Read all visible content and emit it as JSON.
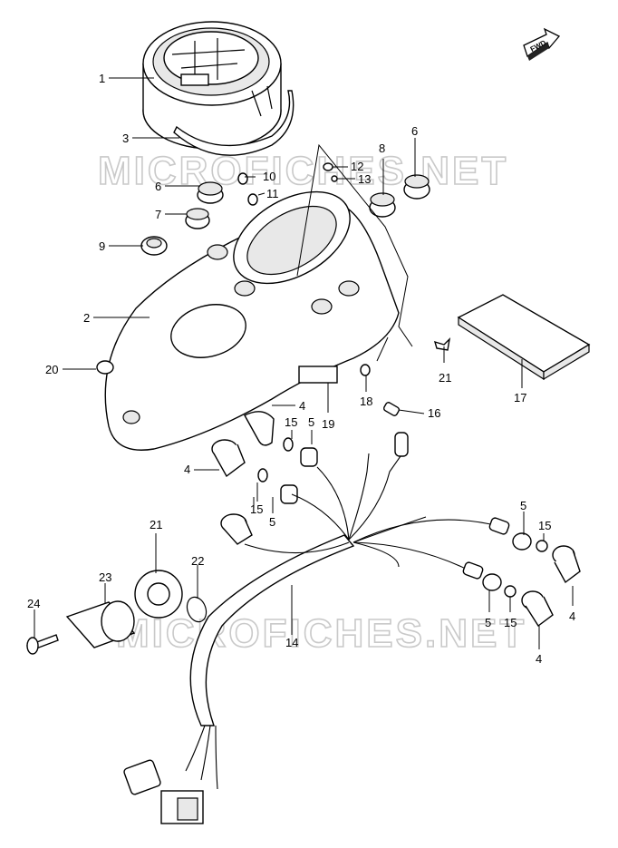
{
  "watermark": {
    "text_top": "MICROFICHES.NET",
    "text_bottom": "MICROFICHES.NET"
  },
  "fwd_arrow": {
    "label": "FWD",
    "icon": "arrow-forward-icon"
  },
  "callouts": {
    "c1": "1",
    "c2": "2",
    "c3": "3",
    "c4a": "4",
    "c4b": "4",
    "c4c": "4",
    "c4d": "4",
    "c5a": "5",
    "c5b": "5",
    "c5c": "5",
    "c5d": "5",
    "c6a": "6",
    "c6b": "6",
    "c7": "7",
    "c8": "8",
    "c9": "9",
    "c10": "10",
    "c11": "11",
    "c12": "12",
    "c13": "13",
    "c15a": "15",
    "c15b": "15",
    "c15c": "15",
    "c15d": "15",
    "c16": "16",
    "c17": "17",
    "c18": "18",
    "c19": "19",
    "c20": "20",
    "c21a": "21",
    "c21b": "21",
    "c22": "22",
    "c23": "23",
    "c24": "24",
    "c14": "14"
  }
}
